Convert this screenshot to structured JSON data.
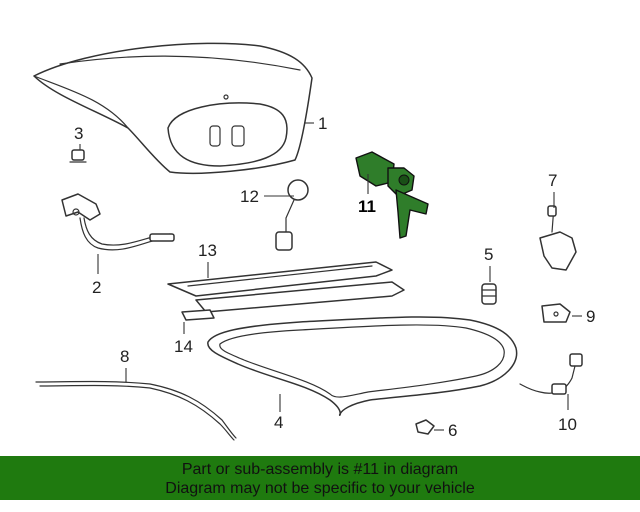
{
  "callouts": [
    {
      "id": "c1",
      "label": "1"
    },
    {
      "id": "c2",
      "label": "2"
    },
    {
      "id": "c3",
      "label": "3"
    },
    {
      "id": "c4",
      "label": "4"
    },
    {
      "id": "c5",
      "label": "5"
    },
    {
      "id": "c6",
      "label": "6"
    },
    {
      "id": "c7",
      "label": "7"
    },
    {
      "id": "c8",
      "label": "8"
    },
    {
      "id": "c9",
      "label": "9"
    },
    {
      "id": "c10",
      "label": "10"
    },
    {
      "id": "c11",
      "label": "11"
    },
    {
      "id": "c12",
      "label": "12"
    },
    {
      "id": "c13",
      "label": "13"
    },
    {
      "id": "c14",
      "label": "14"
    }
  ],
  "highlight_color": "#2f7d2a",
  "banner": {
    "line1": "Part or sub-assembly is #11 in diagram",
    "line2": "Diagram may not be specific to your vehicle",
    "background": "#1f7a0f"
  }
}
